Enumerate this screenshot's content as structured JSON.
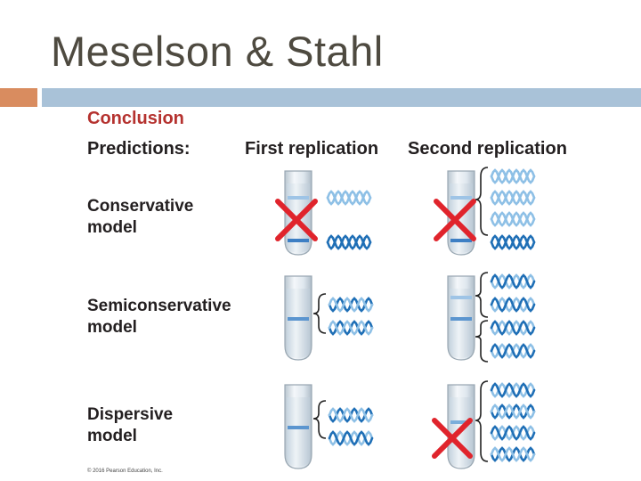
{
  "slide": {
    "title": "Meselson & Stahl"
  },
  "figure": {
    "conclusion_label": "Conclusion",
    "predictions_label": "Predictions:",
    "columns": [
      "First replication",
      "Second replication"
    ],
    "rows": [
      {
        "label_line1": "Conservative",
        "label_line2": "model",
        "first_crossed": true,
        "second_crossed": true
      },
      {
        "label_line1": "Semiconservative",
        "label_line2": "model",
        "first_crossed": false,
        "second_crossed": false
      },
      {
        "label_line1": "Dispersive",
        "label_line2": "model",
        "first_crossed": false,
        "second_crossed": true
      }
    ],
    "copyright": "© 2016 Pearson Education, Inc."
  },
  "colors": {
    "cross": "#e0242c",
    "band_dark": "#3d7fc4",
    "band_light": "#9ec4e6",
    "strand_dark": "#1f6fb6",
    "strand_light": "#8ec0e6"
  }
}
